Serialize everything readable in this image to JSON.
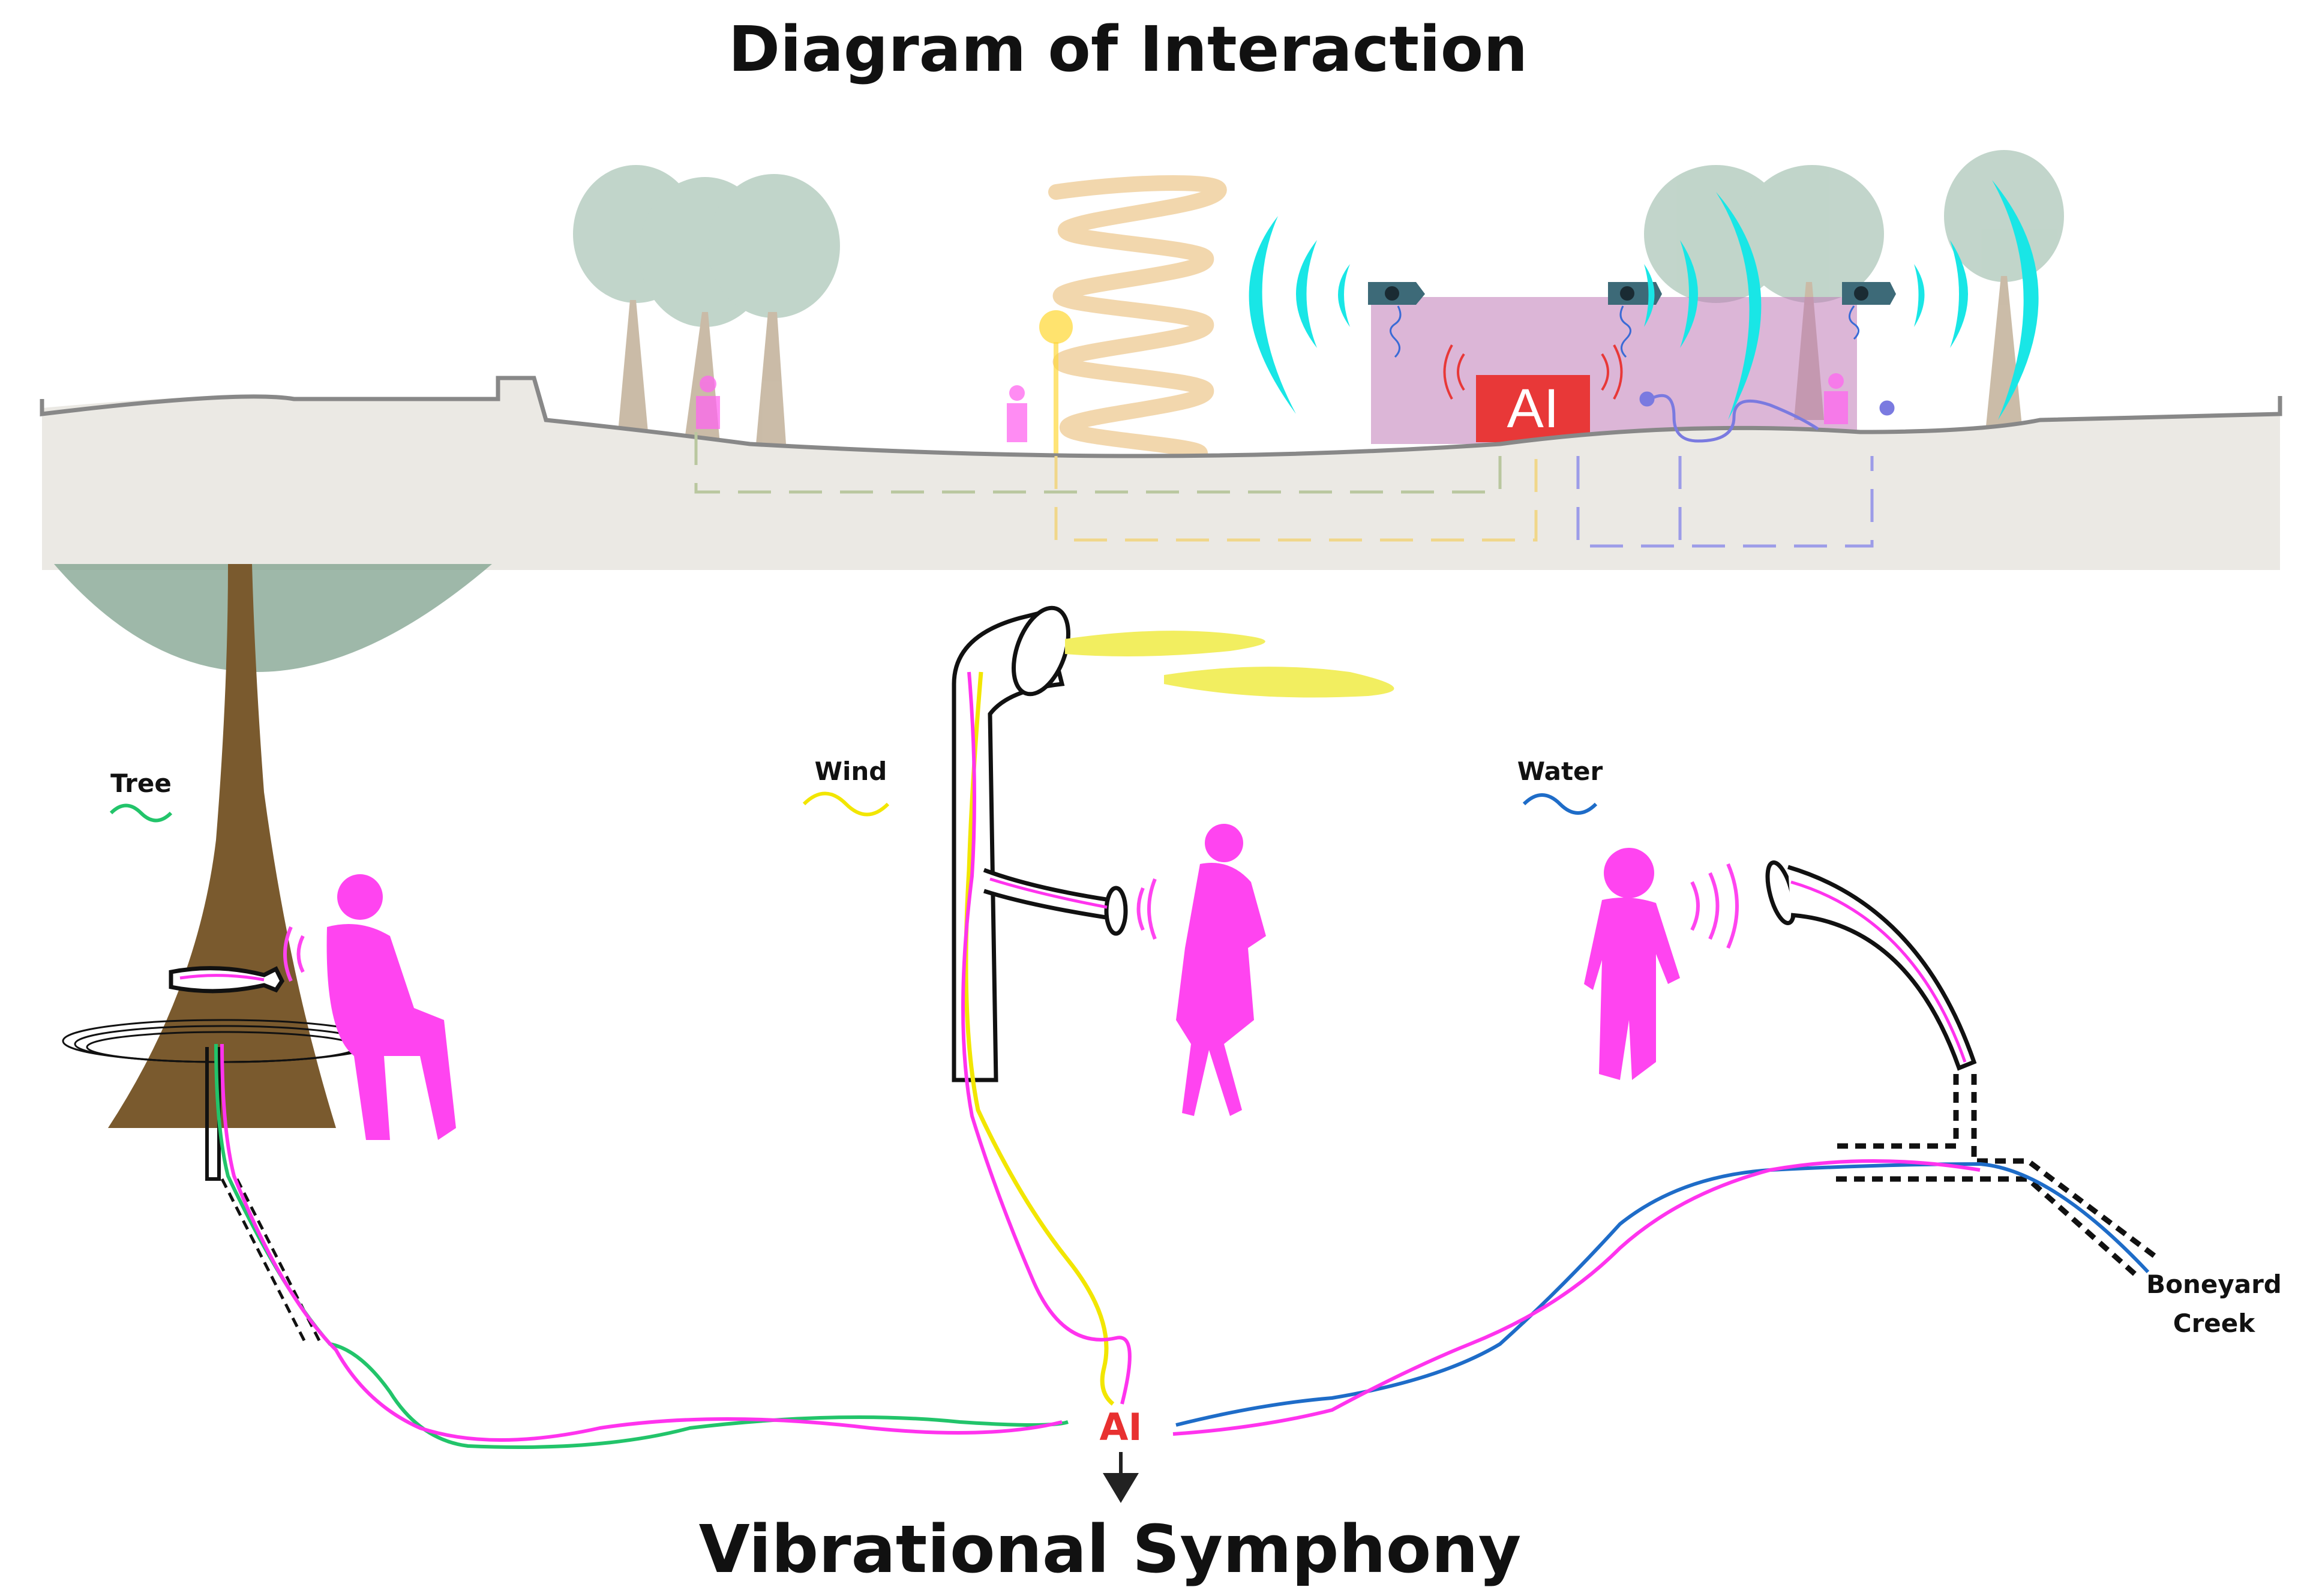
{
  "title": "Diagram of Interaction",
  "subtitle": "Vibrational Symphony",
  "labels": {
    "tree": "Tree",
    "wind": "Wind",
    "water": "Water",
    "creek_line1": "Boneyard",
    "creek_line2": "Creek",
    "ai_building": "AI",
    "ai_hub": "AI"
  },
  "colors": {
    "tree": "#22c46a",
    "wind": "#f2e600",
    "water": "#1e6cc8",
    "sound": "#ff33ee",
    "human": "#ff44f0",
    "ai": "#e83030",
    "speaker_wave": "#19e6e6",
    "ground": "#ebe9e4"
  }
}
